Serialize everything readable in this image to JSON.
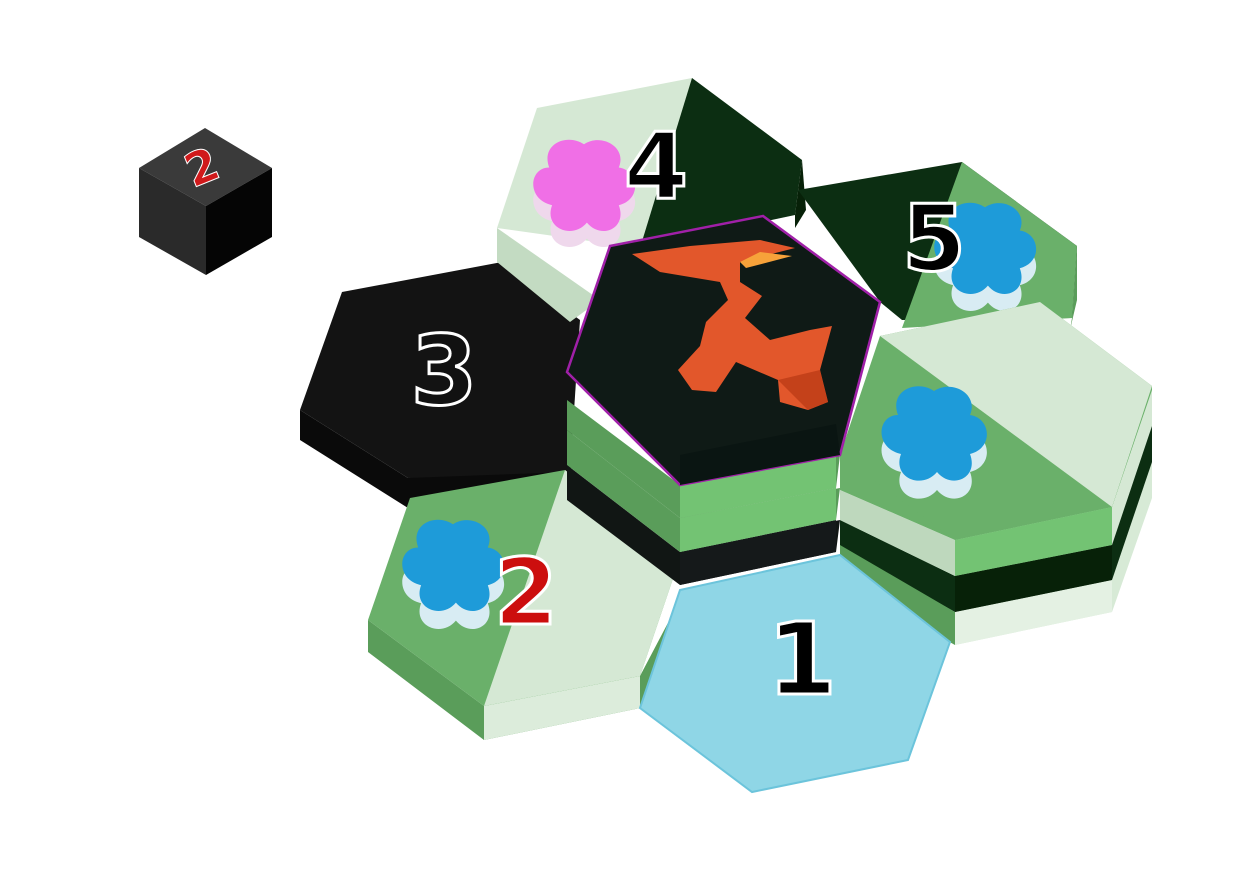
{
  "die": {
    "value": "2",
    "face_color": "#2b2b2b",
    "number_color": "#d0191b"
  },
  "hexes": [
    {
      "id": "1",
      "label": "1",
      "terrain": [
        "water"
      ],
      "level": 1,
      "label_color": "#000000"
    },
    {
      "id": "2",
      "label": "2",
      "terrain": [
        "grass",
        "meadow"
      ],
      "level": 1,
      "label_color": "#cc0e0e",
      "token": {
        "type": "flower",
        "color": "#1e9bd9"
      }
    },
    {
      "id": "3",
      "label": "3",
      "terrain": [
        "rock"
      ],
      "level": 1,
      "label_color": "#000000"
    },
    {
      "id": "4",
      "label": "4",
      "terrain": [
        "meadow",
        "forest"
      ],
      "level": 2,
      "label_color": "#000000",
      "token": {
        "type": "flower",
        "color": "#f06fe6"
      }
    },
    {
      "id": "5",
      "label": "5",
      "terrain": [
        "forest",
        "grass"
      ],
      "level": 2,
      "label_color": "#000000",
      "token": {
        "type": "flower",
        "color": "#1e9bd9"
      }
    },
    {
      "id": "6",
      "label": "",
      "terrain": [
        "meadow",
        "grass"
      ],
      "level": 3,
      "token": {
        "type": "flower",
        "color": "#1e9bd9"
      }
    },
    {
      "id": "volcano",
      "label": "",
      "terrain": [
        "volcano"
      ],
      "level": 3,
      "highlight": "#a020a8",
      "lava_color": "#e2572b"
    }
  ],
  "colors": {
    "water": "#8fd6e6",
    "water_edge": "#6cc4db",
    "grass": "#6ab06a",
    "grass_side": "#5a9d5a",
    "meadow": "#d5e8d4",
    "meadow_side": "#bed8bd",
    "forest": "#0c2e12",
    "forest_side": "#072108",
    "rock": "#111111",
    "rock_side": "#0a0a0a",
    "volcano": "#0f1a16",
    "lava": "#e2572b"
  }
}
